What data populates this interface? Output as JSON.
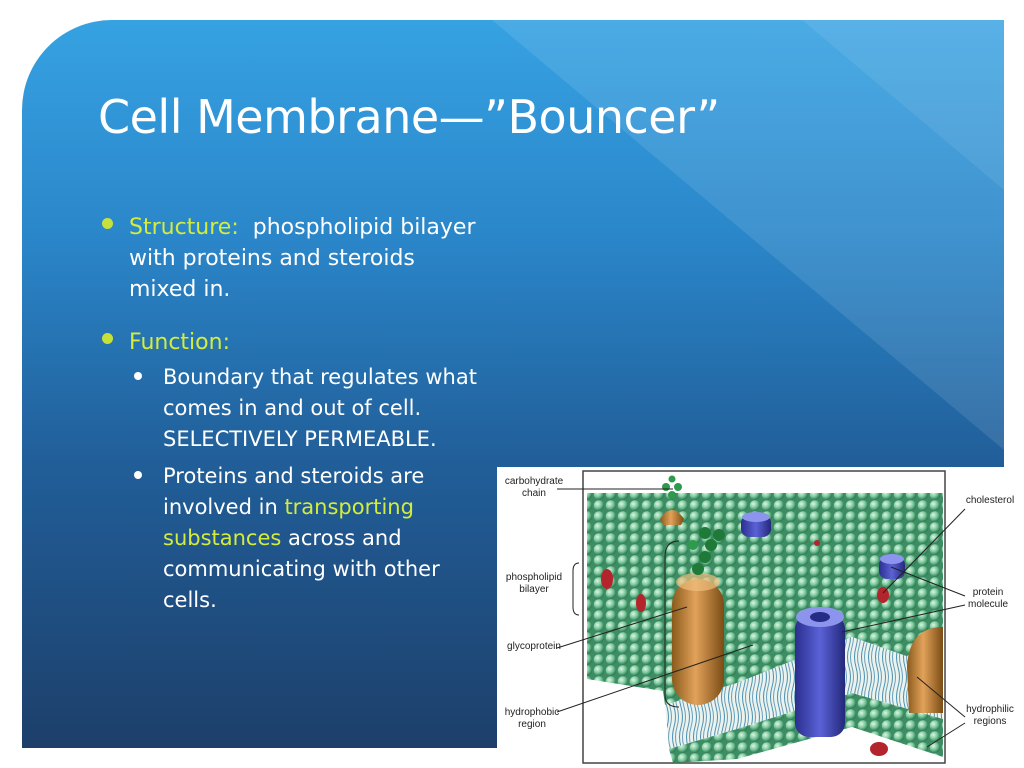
{
  "slide": {
    "title": "Cell Membrane—”Bouncer”",
    "bullets": [
      {
        "label": "Structure:",
        "text": "phospholipid bilayer with proteins and steroids mixed in."
      },
      {
        "label": "Function:",
        "subbullets": [
          {
            "text": "Boundary that regulates what comes in and out of cell.  SELECTIVELY PERMEABLE."
          },
          {
            "text_before": "Proteins and steroids are involved in ",
            "highlight": "transporting substances",
            "text_after": " across and communicating with other cells."
          }
        ]
      }
    ]
  },
  "figure": {
    "labels": {
      "carbohydrate_chain": "carbohydrate chain",
      "cholesterol": "cholesterol",
      "phospholipid_bilayer": "phospholipid bilayer",
      "protein_molecule": "protein molecule",
      "glycoprotein": "glycoprotein",
      "hydrophobic_region": "hydrophobic region",
      "hydrophilic_regions": "hydrophilic regions"
    }
  },
  "colors": {
    "accent": "#d4ec3b",
    "background_top": "#36a2e2",
    "background_bottom": "#1d3f6a",
    "text": "#ffffff"
  }
}
